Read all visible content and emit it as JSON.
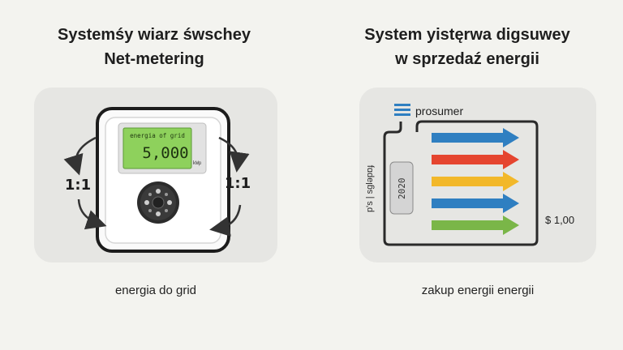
{
  "left": {
    "title_line1": "Systemśy wiarz śwschey",
    "title_line2": "Net-metering",
    "meter": {
      "screen_label": "energia of grid",
      "screen_value": "5,000",
      "screen_unit": "kWp"
    },
    "ratio_left": "1:1",
    "ratio_right": "1:1",
    "caption": "energia do grid"
  },
  "right": {
    "title_line1": "System yistęrwa digsuwey",
    "title_line2": "w sprzedaź energii",
    "prosumer_label": "prosumer",
    "side_label": "p's | sgləpɒɟ",
    "year_badge": "2020",
    "price_label": "$ 1,00",
    "arrows": [
      {
        "color": "#2f7fc1"
      },
      {
        "color": "#e5452f"
      },
      {
        "color": "#f2b82a"
      },
      {
        "color": "#2f7fc1"
      },
      {
        "color": "#7ab648"
      }
    ],
    "caption": "zakup energii energii"
  }
}
